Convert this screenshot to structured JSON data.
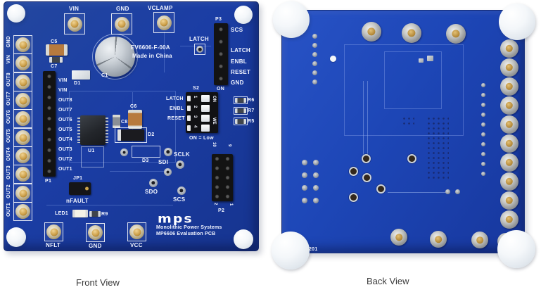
{
  "captions": {
    "front": "Front View",
    "back": "Back View"
  },
  "front": {
    "top_terminals": [
      "VIN",
      "GND",
      "VCLAMP"
    ],
    "left_labels": [
      "GND",
      "VIN",
      "OUT8",
      "OUT7",
      "OUT6",
      "OUT5",
      "OUT4",
      "OUT3",
      "OUT2",
      "OUT1"
    ],
    "bottom_terminals": [
      "NFLT",
      "GND",
      "VCC"
    ],
    "p1": {
      "name": "P1",
      "pins": [
        "VIN",
        "VIN",
        "OUT8",
        "OUT7",
        "OUT6",
        "OUT5",
        "OUT4",
        "OUT3",
        "OUT2",
        "OUT1"
      ]
    },
    "p3": {
      "name": "P3",
      "pins": [
        "SCS",
        "LATCH",
        "ENBL",
        "RESET",
        "GND"
      ]
    },
    "p2": {
      "name": "P2",
      "n10": "10",
      "n9": "9",
      "n2": "2",
      "n1": "1"
    },
    "s2": {
      "name": "S2",
      "on": "ON",
      "rows": [
        "LATCH",
        "ENBL",
        "RESET"
      ],
      "nums": [
        "1",
        "2",
        "3",
        "4"
      ],
      "body_top": "ON",
      "body_side": "WE",
      "note": "ON = Low"
    },
    "latch_tp": "LATCH",
    "r": {
      "r6": "R6",
      "r7": "R7",
      "r5": "R5",
      "r9": "R9"
    },
    "tp": {
      "sclk": "SCLK",
      "sdi": "SDI",
      "sdo": "SDO",
      "scs": "SCS"
    },
    "refs": {
      "c1": "C1",
      "c5": "C5",
      "c6": "C6",
      "c7": "C7",
      "c8": "C8",
      "d1": "D1",
      "d2": "D2",
      "d3": "D3",
      "u1": "U1",
      "jp1": "JP1",
      "led1": "LED1"
    },
    "nfault": "nFAULT",
    "board_id": "EV6606-F-00A",
    "origin": "Made in China",
    "logo": "mps",
    "brand_line1": "Monolithic Power Systems",
    "brand_line2": "MP6606 Evaluation PCB"
  },
  "back": {
    "marking": "E201"
  }
}
